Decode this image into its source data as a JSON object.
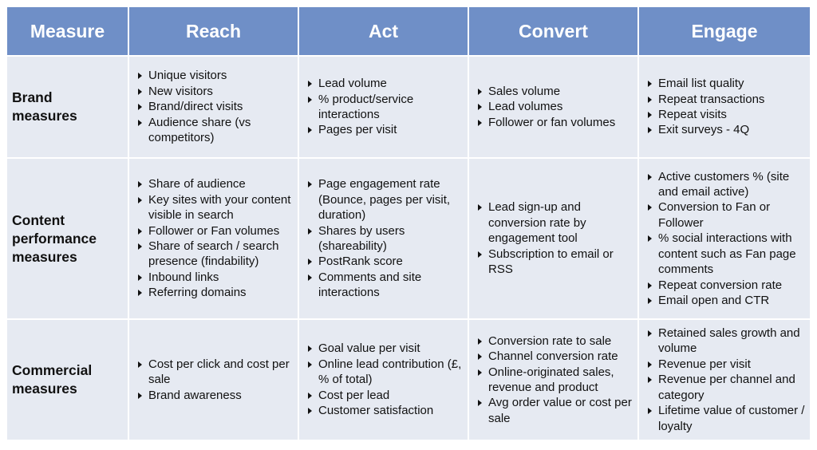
{
  "headers": [
    "Measure",
    "Reach",
    "Act",
    "Convert",
    "Engage"
  ],
  "rows": [
    {
      "label": "Brand\nmeasures",
      "reach": [
        "Unique visitors",
        "New visitors",
        "Brand/direct visits",
        "Audience share (vs competitors)"
      ],
      "act": [
        "Lead volume",
        "% product/service interactions",
        "Pages per visit"
      ],
      "convert": [
        "Sales volume",
        "Lead volumes",
        "Follower or fan volumes"
      ],
      "engage": [
        "Email list quality",
        "Repeat transactions",
        "Repeat visits",
        "Exit surveys - 4Q"
      ]
    },
    {
      "label": "Content\nperformance\nmeasures",
      "reach": [
        "Share of audience",
        "Key sites with your content visible in search",
        "Follower or Fan volumes",
        "Share of search / search presence (findability)",
        "Inbound links",
        "Referring domains"
      ],
      "act": [
        "Page engagement rate (Bounce, pages per visit, duration)",
        "Shares by users (shareability)",
        "PostRank score",
        "Comments and site interactions"
      ],
      "convert": [
        "Lead sign-up and conversion rate by engagement tool",
        "Subscription to email or RSS"
      ],
      "engage": [
        "Active customers % (site and email active)",
        "Conversion to Fan or Follower",
        "% social interactions with content such as Fan page comments",
        "Repeat conversion rate",
        "Email open and CTR"
      ]
    },
    {
      "label": "Commercial\nmeasures",
      "reach": [
        "Cost per click and cost per sale",
        "Brand awareness"
      ],
      "act": [
        "Goal value per visit",
        "Online lead contribution (£, % of total)",
        "Cost per lead",
        "Customer satisfaction"
      ],
      "convert": [
        "Conversion rate to sale",
        "Channel conversion rate",
        "Online-originated sales, revenue and product",
        "Avg order value or cost per sale"
      ],
      "engage": [
        "Retained sales growth and volume",
        "Revenue per visit",
        "Revenue per channel and category",
        "Lifetime value of customer / loyalty"
      ]
    }
  ]
}
